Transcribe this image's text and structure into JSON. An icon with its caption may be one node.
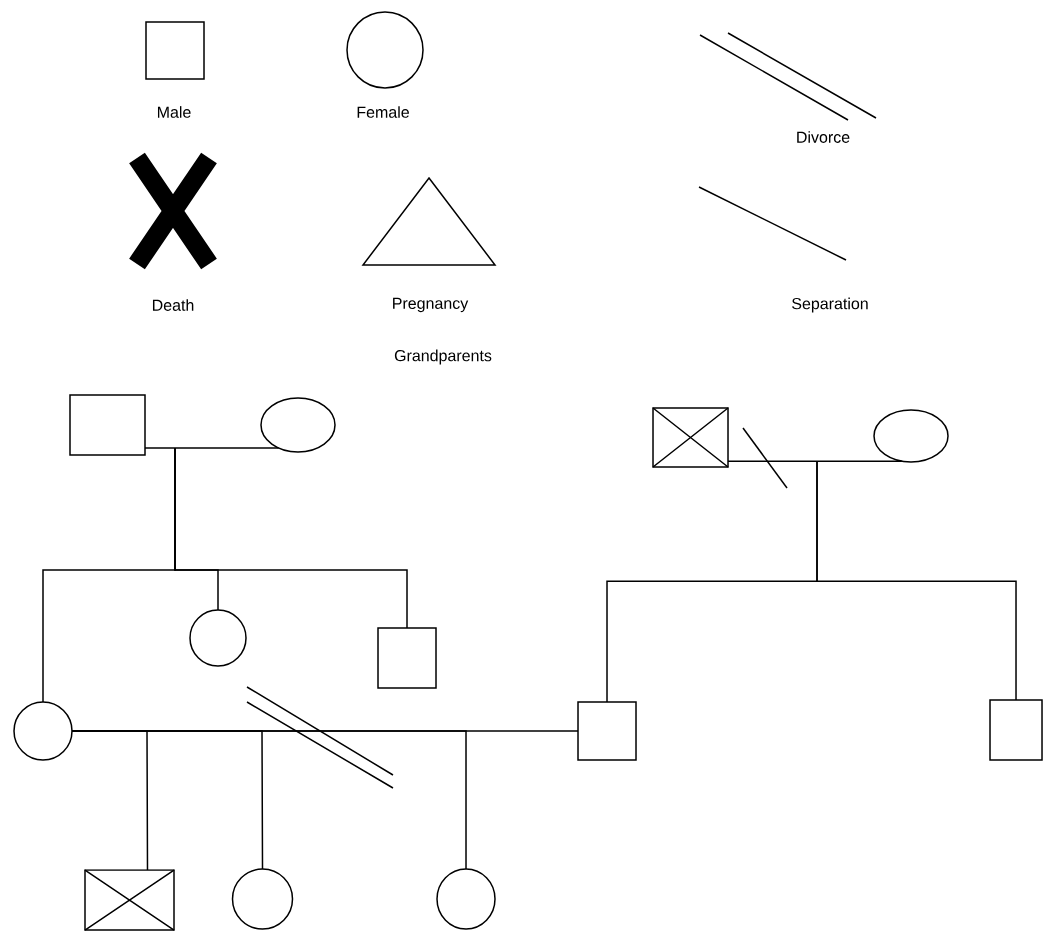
{
  "diagram": {
    "nodes": [
      {
        "text": [],
        "shape": "box"
      },
      {
        "text": [],
        "shape": "ellipse"
      },
      {
        "text": [],
        "shape": "box"
      },
      {
        "text": [],
        "shape": "ellipse"
      },
      {
        "text": [],
        "shape": "circle"
      },
      {
        "text": [],
        "shape": "box"
      },
      {
        "text": [],
        "shape": "circle"
      },
      {
        "text": [],
        "shape": "box"
      },
      {
        "text": [],
        "shape": "box"
      },
      {
        "text": [],
        "shape": "box"
      },
      {
        "text": [],
        "shape": "circle"
      },
      {
        "text": [],
        "shape": "circle"
      }
    ],
    "edges": [
      {
        "from": 0,
        "to": 1,
        "arrow": "none"
      },
      {
        "from": 0,
        "to": 4,
        "arrow": "none"
      },
      {
        "from": 0,
        "to": 5,
        "arrow": "none"
      },
      {
        "from": 0,
        "to": 6,
        "arrow": "none"
      },
      {
        "from": 2,
        "to": 3,
        "arrow": "none"
      },
      {
        "from": 2,
        "to": 7,
        "arrow": "none"
      },
      {
        "from": 2,
        "to": 8,
        "arrow": "none"
      },
      {
        "from": 6,
        "to": 7,
        "arrow": "none"
      },
      {
        "from": 6,
        "to": 9,
        "arrow": "none"
      },
      {
        "from": 6,
        "to": 10,
        "arrow": "none"
      },
      {
        "from": 6,
        "to": 11,
        "arrow": "none"
      }
    ],
    "labels": [
      "Grandparents"
    ],
    "legend": [
      {
        "text": "Male"
      },
      {
        "text": "Female"
      },
      {
        "text": "Divorce"
      },
      {
        "text": "Death"
      },
      {
        "text": "Pregnancy"
      },
      {
        "text": "Separation"
      }
    ]
  }
}
